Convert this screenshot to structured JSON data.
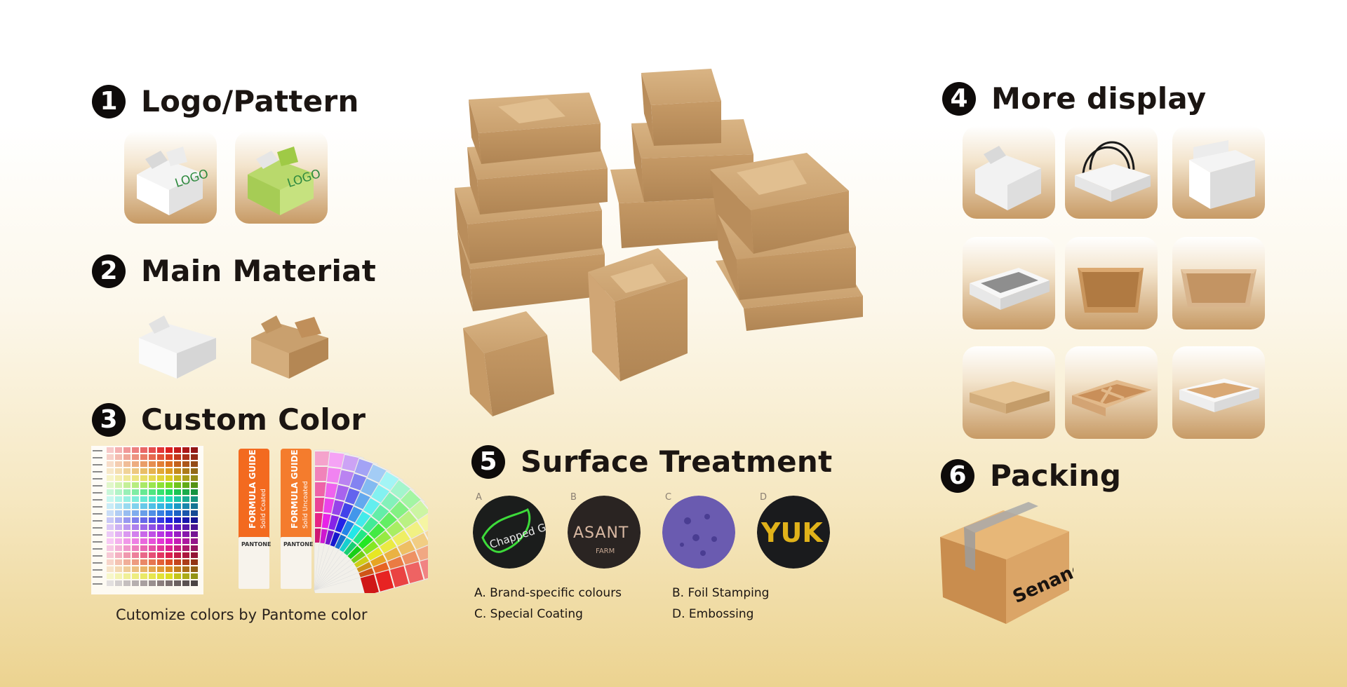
{
  "sections": {
    "logo": {
      "num": "1",
      "title": "Logo/Pattern",
      "tile_text": "LOGO"
    },
    "material": {
      "num": "2",
      "title": "Main Materiat"
    },
    "color": {
      "num": "3",
      "title": "Custom Color",
      "caption": "Cutomize colors by Pantome color",
      "guide_title": "FORMULA GUIDE",
      "guide_sub_1": "Solid Coated",
      "guide_sub_2": "Solid Uncoated",
      "guide_brand": "PANTONE"
    },
    "display": {
      "num": "4",
      "title": "More display"
    },
    "surface": {
      "num": "5",
      "title": "Surface Treatment",
      "letters": [
        "A",
        "B",
        "C",
        "D"
      ],
      "circle_text": {
        "a": "Chapped Gre",
        "b": "ASANT",
        "b2": "FARM",
        "d": "YUK"
      },
      "items": [
        "A. Brand-specific colours",
        "B. Foil Stamping",
        "C. Special Coating",
        "D. Embossing"
      ]
    },
    "packing": {
      "num": "6",
      "title": "Packing",
      "box_text": "Senang"
    }
  },
  "icons": [
    "takeout-box-illustration",
    "pantone-chart",
    "pantone-fan-guide",
    "shipping-carton"
  ],
  "colors": {
    "kraft": "#c9a06e",
    "kraft_dark": "#a87c4c",
    "background_bottom": "#ecd390",
    "heading": "#1b1512",
    "logo_green": "#2f8a3f"
  }
}
